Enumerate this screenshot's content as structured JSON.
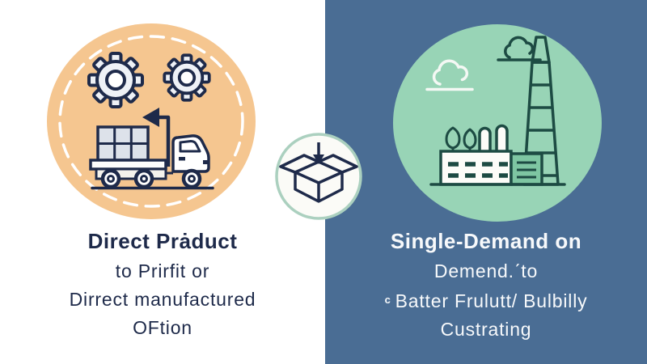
{
  "left_panel": {
    "title": "Direct Prȧduct",
    "lines": [
      "to Prirfit or",
      "Dirrect manufactured",
      "OFtion"
    ],
    "icons": [
      "gear-icon",
      "gear-icon",
      "arrow-left-icon",
      "crate-stack-icon",
      "truck-icon"
    ]
  },
  "right_panel": {
    "title": "Single-Demand on",
    "line2": "Demend.ˊto",
    "line3_prefix": "c",
    "line3": "Batter Frulutt/ Bulbilly",
    "line4": "Custrating",
    "icons": [
      "cloud-icon",
      "smoke-cloud-icon",
      "chimney-tower-icon",
      "factory-building-icon",
      "trees-icon"
    ]
  },
  "center_badge": {
    "icon": "open-box-arrow-down-icon"
  },
  "colors": {
    "left_background": "#ffffff",
    "right_background": "#4a6d94",
    "left_circle": "#f5c690",
    "right_circle": "#98d4b6",
    "center_circle_fill": "#fbfbf7",
    "center_circle_border": "#abd0bf",
    "ink_navy": "#1e2a4a",
    "ink_green": "#1d4b43",
    "text_light": "#f7f9fb"
  }
}
